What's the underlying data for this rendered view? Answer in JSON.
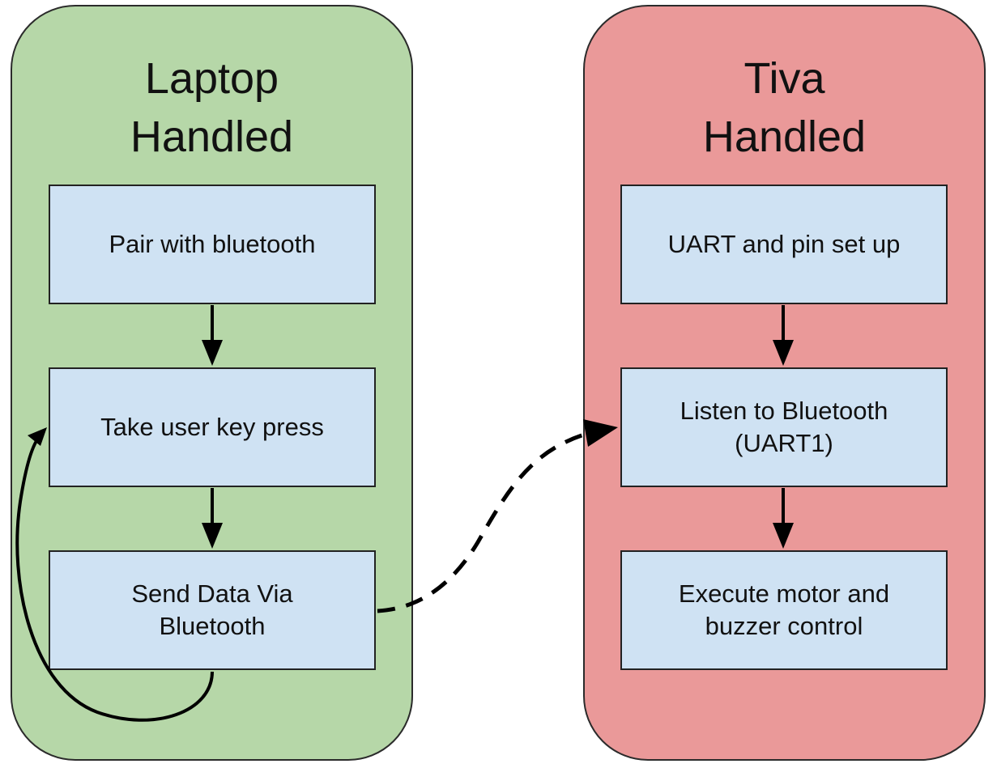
{
  "lanes": {
    "laptop": {
      "title_line1": "Laptop",
      "title_line2": "Handled",
      "color": "#b6d7a8"
    },
    "tiva": {
      "title_line1": "Tiva",
      "title_line2": "Handled",
      "color": "#ea9999"
    }
  },
  "steps": {
    "pair": {
      "label": "Pair with bluetooth"
    },
    "take_key": {
      "label": "Take user key press"
    },
    "send": {
      "line1": "Send Data Via",
      "line2": "Bluetooth"
    },
    "uart_setup": {
      "label": "UART and pin set up"
    },
    "listen": {
      "line1": "Listen to Bluetooth",
      "line2": "(UART1)"
    },
    "execute": {
      "line1": "Execute motor and",
      "line2": "buzzer control"
    }
  },
  "colors": {
    "box_fill": "#cfe2f3",
    "stroke": "#000000"
  }
}
